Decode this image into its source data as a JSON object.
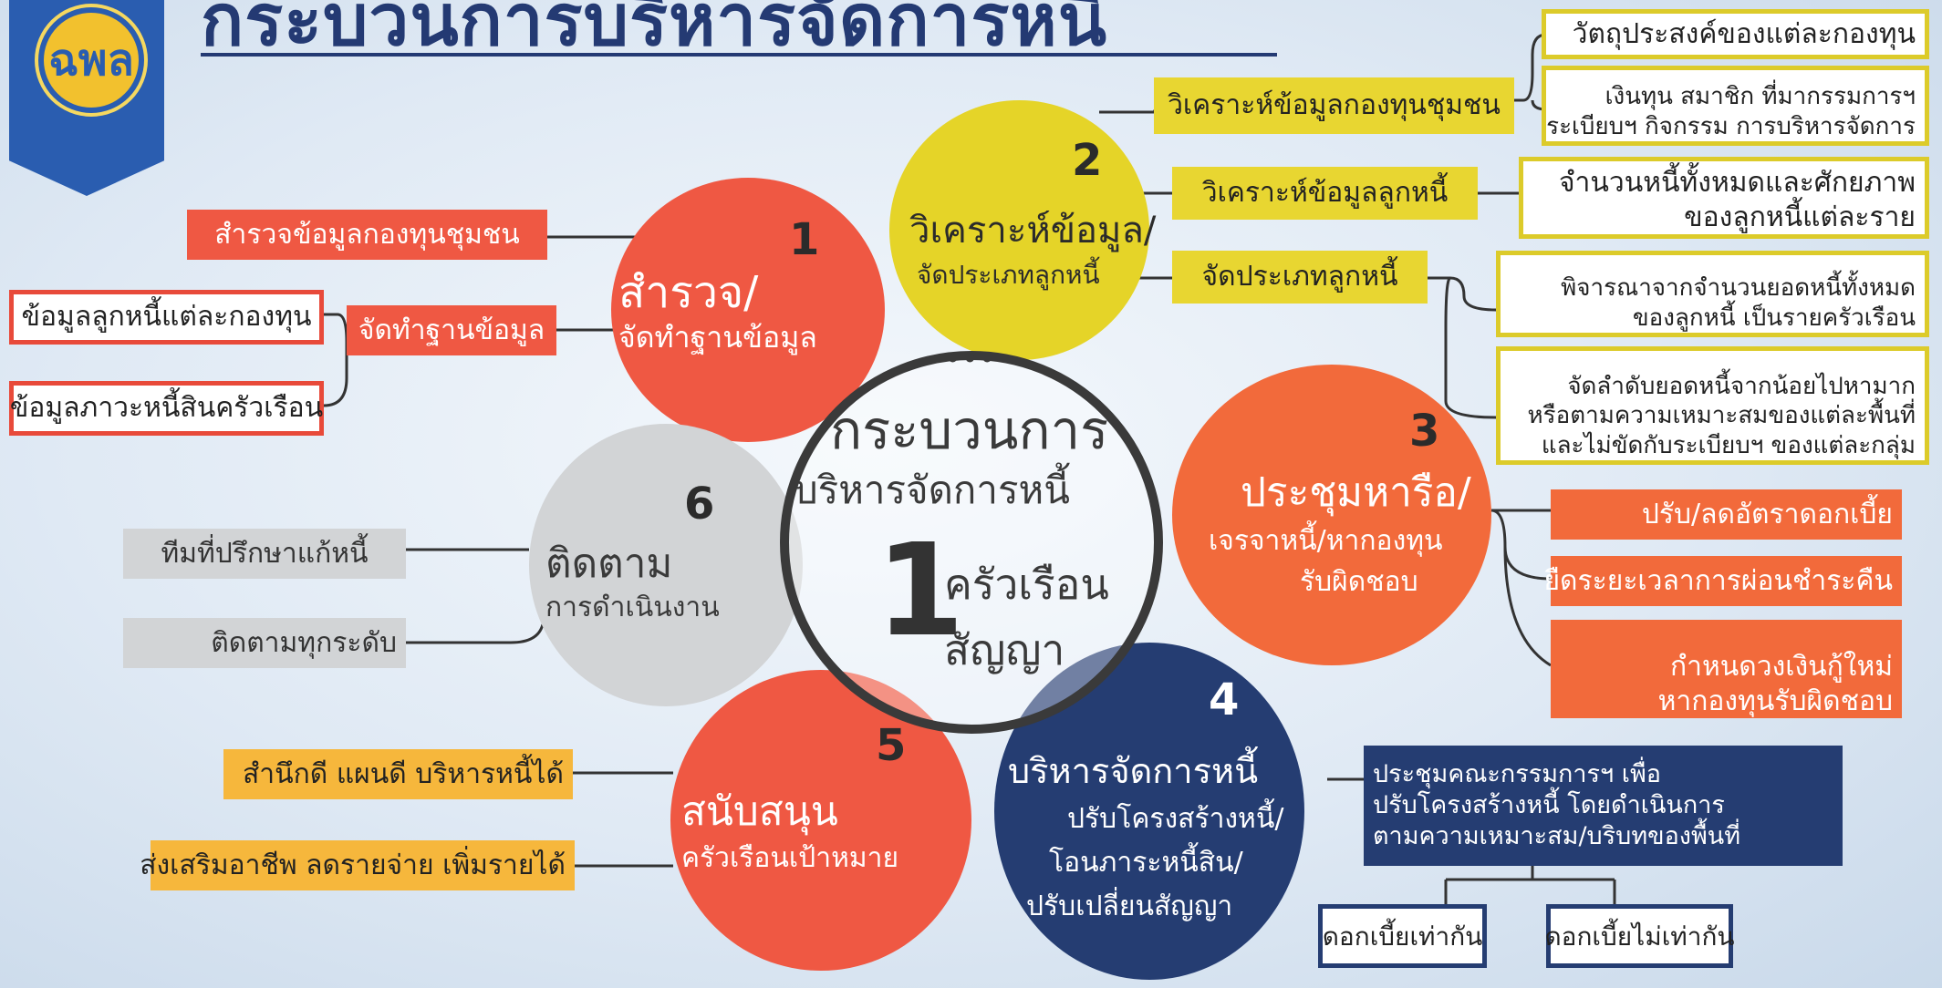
{
  "title": "กระบวนการบริหารจัดการหนี้",
  "logo_text": "ฉพล",
  "center": {
    "dots": "•••",
    "line1": "กระบวนการ",
    "line2": "บริหารจัดการหนี้",
    "big_number": "1",
    "line3": "ครัวเรือน",
    "line4": "สัญญา"
  },
  "steps": {
    "s1": {
      "number": "1",
      "title": "สำรวจ/",
      "subtitle": "จัดทำฐานข้อมูล"
    },
    "s2": {
      "number": "2",
      "title": "วิเคราะห์ข้อมูล/",
      "subtitle": "จัดประเภทลูกหนี้"
    },
    "s3": {
      "number": "3",
      "title": "ประชุมหารือ/",
      "subtitle": "เจรจาหนี้/หากองทุน",
      "subtitle2": "รับผิดชอบ"
    },
    "s4": {
      "number": "4",
      "title": "บริหารจัดการหนี้",
      "line2": "ปรับโครงสร้างหนี้/",
      "line3": "โอนภาระหนี้สิน/",
      "line4": "ปรับเปลี่ยนสัญญา"
    },
    "s5": {
      "number": "5",
      "title": "สนับสนุน",
      "subtitle": "ครัวเรือนเป้าหมาย"
    },
    "s6": {
      "number": "6",
      "title": "ติดตาม",
      "subtitle": "การดำเนินงาน"
    }
  },
  "boxes": {
    "survey_fund": "สำรวจข้อมูลกองทุนชุมชน",
    "make_db": "จัดทำฐานข้อมูล",
    "debtor_per_fund": "ข้อมูลลูกหนี้แต่ละกองทุน",
    "household_debt": "ข้อมูลภาวะหนี้สินครัวเรือน",
    "analyze_fund": "วิเคราะห์ข้อมูลกองทุนชุมชน",
    "fund_objective": "วัตถุประสงค์ของแต่ละกองทุน",
    "fund_detail_1": "เงินทุน สมาชิก ที่มากรรมการฯ",
    "fund_detail_2": "ระเบียบฯ กิจกรรม การบริหารจัดการ",
    "analyze_debtor": "วิเคราะห์ข้อมูลลูกหนี้",
    "debt_total_1": "จำนวนหนี้ทั้งหมดและศักยภาพ",
    "debt_total_2": "ของลูกหนี้แต่ละราย",
    "classify_debtor": "จัดประเภทลูกหนี้",
    "consider_1": "พิจารณาจากจำนวนยอดหนี้ทั้งหมด",
    "consider_2": "ของลูกหนี้ เป็นรายครัวเรือน",
    "rank_1": "จัดลำดับยอดหนี้จากน้อยไปหามาก",
    "rank_2": "หรือตามความเหมาะสมของแต่ละพื้นที่",
    "rank_3": "และไม่ขัดกับระเบียบฯ ของแต่ละกลุ่ม",
    "reduce_interest": "ปรับ/ลดอัตราดอกเบี้ย",
    "extend_period": "ยืดระยะเวลาการผ่อนชำระคืน",
    "new_lender_1": "กำหนดวงเงินกู้ใหม่",
    "new_lender_2": "หากองทุนรับผิดชอบ",
    "meeting_1": "ประชุมคณะกรรมการฯ เพื่อ",
    "meeting_2": "ปรับโครงสร้างหนี้ โดยดำเนินการ",
    "meeting_3": "ตามความเหมาะสม/บริบทของพื้นที่",
    "interest_equal": "ดอกเบี้ยเท่ากัน",
    "interest_unequal": "ดอกเบี้ยไม่เท่ากัน",
    "thrifty": "สำนึกดี แผนดี บริหารหนี้ได้",
    "career": "ส่งเสริมอาชีพ ลดรายจ่าย เพิ่มรายได้",
    "advisor_team": "ทีมที่ปรึกษาแก้หนี้",
    "follow_all": "ติดตามทุกระดับ"
  },
  "colors": {
    "red": "#ef5843",
    "yellow": "#e8d631",
    "orange_red": "#f26a3b",
    "navy": "#253d72",
    "gray": "#d2d4d6",
    "orange": "#f6b73c"
  }
}
